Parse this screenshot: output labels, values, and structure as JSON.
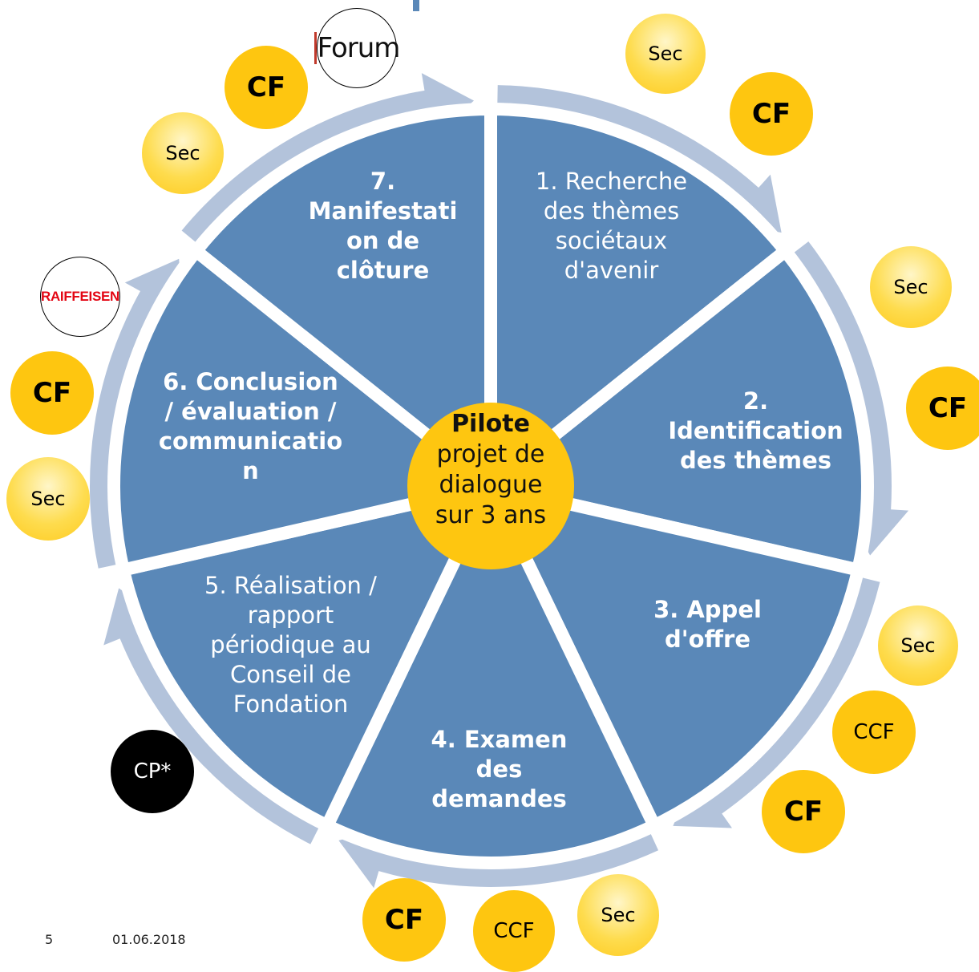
{
  "center": {
    "bold": "Pilote",
    "rest": "projet de\ndialogue\nsur 3 ans"
  },
  "segments": [
    {
      "id": "seg1",
      "label": "1. Recherche\ndes thèmes\nsociétaux\nd'avenir",
      "bold": false
    },
    {
      "id": "seg2",
      "label": "2.\nIdentification\ndes thèmes",
      "bold": true
    },
    {
      "id": "seg3",
      "label": "3. Appel\nd'offre",
      "bold": true
    },
    {
      "id": "seg4",
      "label": "4. Examen\ndes\ndemandes",
      "bold": true
    },
    {
      "id": "seg5",
      "label": "5. Réalisation /\nrapport\npériodique au\nConseil de\nFondation",
      "bold": false
    },
    {
      "id": "seg6",
      "label": "6. Conclusion\n/ évaluation /\ncommunicatio\nn",
      "bold": true
    },
    {
      "id": "seg7",
      "label": "7.\nManifestati\non de\nclôture",
      "bold": true
    }
  ],
  "badges": [
    {
      "kind": "logo-forum",
      "label": "Forum"
    },
    {
      "kind": "cf",
      "label": "CF"
    },
    {
      "kind": "sec",
      "label": "Sec"
    },
    {
      "kind": "sec",
      "label": "Sec"
    },
    {
      "kind": "cf",
      "label": "CF"
    },
    {
      "kind": "sec",
      "label": "Sec"
    },
    {
      "kind": "cf",
      "label": "CF"
    },
    {
      "kind": "sec",
      "label": "Sec"
    },
    {
      "kind": "ccf",
      "label": "CCF"
    },
    {
      "kind": "cf",
      "label": "CF"
    },
    {
      "kind": "sec",
      "label": "Sec"
    },
    {
      "kind": "ccf",
      "label": "CCF"
    },
    {
      "kind": "cf",
      "label": "CF"
    },
    {
      "kind": "cp",
      "label": "CP*"
    },
    {
      "kind": "sec",
      "label": "Sec"
    },
    {
      "kind": "cf",
      "label": "CF"
    },
    {
      "kind": "logo-raiffeisen",
      "label": "RAIFFEISEN"
    }
  ],
  "footer": {
    "page_number": "5",
    "date": "01.06.2018"
  },
  "colors": {
    "segment": "#5a88b8",
    "arrow": "#b3c3db",
    "badge": "#fec610",
    "accent_line": "#5a88b8"
  }
}
